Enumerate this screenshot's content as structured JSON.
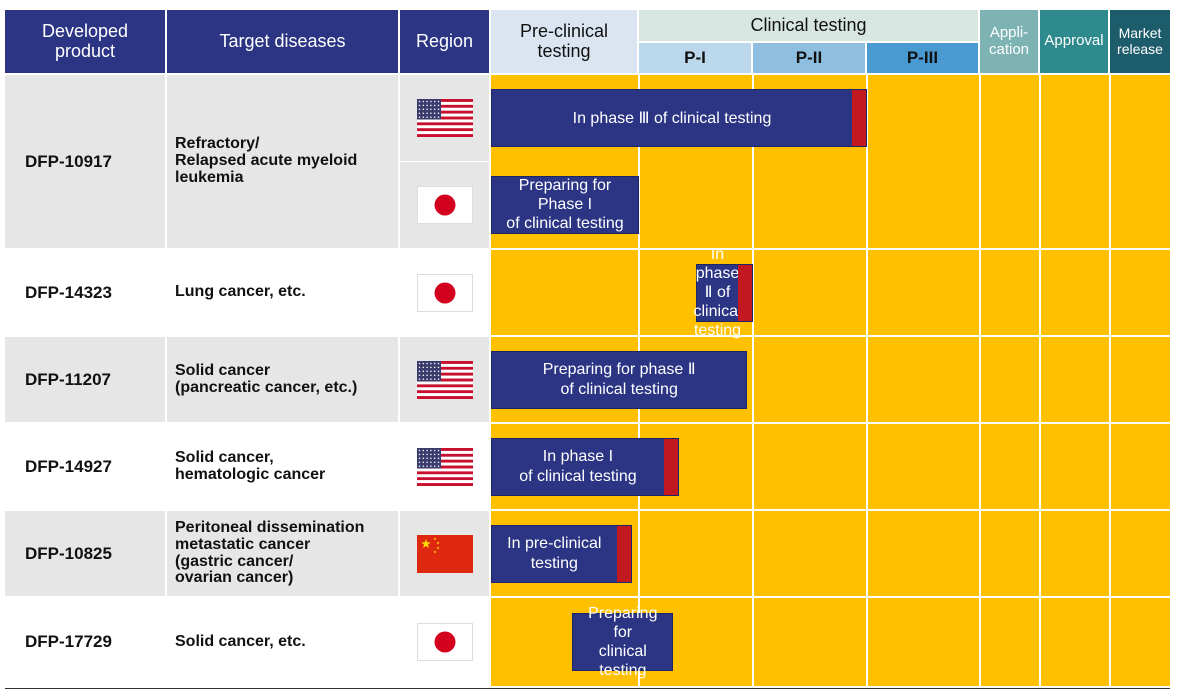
{
  "colors": {
    "header_dark": "#2b3584",
    "preclinical_header": "#dbe5f1",
    "clinical_header": "#d8e6e2",
    "p1_header": "#bcd8ec",
    "p2_header": "#8fbfe0",
    "p3_header": "#4a9ad2",
    "application_header": "#7eb3b4",
    "approval_header": "#2e8a8c",
    "market_header": "#1d5c6b",
    "timeline_bg": "#ffc000",
    "bar": "#2b3584",
    "bar_marker": "#c2181f",
    "row_grey": "#e6e6e6"
  },
  "headers": {
    "product": "Developed\nproduct",
    "diseases": "Target diseases",
    "region": "Region",
    "preclinical": "Pre-clinical\ntesting",
    "clinical": "Clinical testing",
    "p1": "P-I",
    "p2": "P-II",
    "p3": "P-III",
    "application": "Appli-\ncation",
    "approval": "Approval",
    "market": "Market\nrelease"
  },
  "chart_data": {
    "type": "table",
    "stages": [
      "Pre-clinical testing",
      "P-I",
      "P-II",
      "P-III",
      "Application",
      "Approval",
      "Market release"
    ],
    "rows": [
      {
        "product": "DFP-10917",
        "disease": "Refractory/\nRelapsed acute myeloid\nleukemia",
        "entries": [
          {
            "region_icon": "us-flag-icon",
            "status": "In phase Ⅲ of clinical testing",
            "start": 0.0,
            "end": 3.0,
            "marker": true
          },
          {
            "region_icon": "japan-flag-icon",
            "status": "Preparing for\nPhase I\nof clinical testing",
            "start": 0.0,
            "end": 1.0,
            "marker": false
          }
        ]
      },
      {
        "product": "DFP-14323",
        "disease": "Lung cancer, etc.",
        "entries": [
          {
            "region_icon": "japan-flag-icon",
            "status": "In phase Ⅱ of\nclinical testing",
            "start": 1.5,
            "end": 2.0,
            "marker": true
          }
        ]
      },
      {
        "product": "DFP-11207",
        "disease": "Solid cancer\n(pancreatic cancer, etc.)",
        "entries": [
          {
            "region_icon": "us-flag-icon",
            "status": "Preparing for phase Ⅱ\nof clinical testing",
            "start": 0.0,
            "end": 1.95,
            "marker": false
          }
        ]
      },
      {
        "product": "DFP-14927",
        "disease": "Solid cancer,\nhematologic cancer",
        "entries": [
          {
            "region_icon": "us-flag-icon",
            "status": "In phase I\nof clinical testing",
            "start": 0.0,
            "end": 1.35,
            "marker": true
          }
        ]
      },
      {
        "product": "DFP-10825",
        "disease": "Peritoneal dissemination\nmetastatic cancer\n(gastric cancer/\n  ovarian cancer)",
        "entries": [
          {
            "region_icon": "china-flag-icon",
            "status": "In pre-clinical\ntesting",
            "start": 0.0,
            "end": 0.95,
            "marker": true
          }
        ]
      },
      {
        "product": "DFP-17729",
        "disease": "Solid cancer, etc.",
        "entries": [
          {
            "region_icon": "japan-flag-icon",
            "status": "Preparing for\nclinical testing",
            "start": 0.55,
            "end": 1.3,
            "marker": false
          }
        ]
      }
    ]
  }
}
